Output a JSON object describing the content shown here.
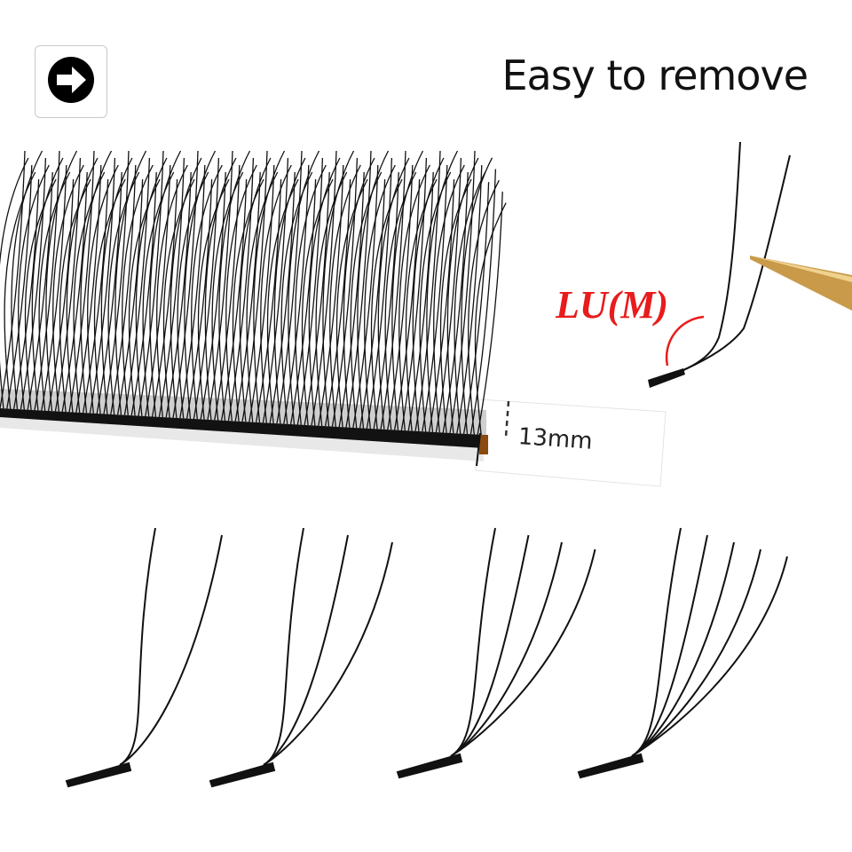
{
  "header": {
    "title": "Easy to remove",
    "nav_icon": "arrow-right-circle-icon"
  },
  "curl": {
    "label": "LU(M)",
    "color": "#e81c1c"
  },
  "strip": {
    "length_label": "13mm"
  },
  "fans": [
    {
      "lashes": 2
    },
    {
      "lashes": 3
    },
    {
      "lashes": 4
    },
    {
      "lashes": 5
    }
  ],
  "colors": {
    "tweezer": "#c89a4a",
    "lash": "#111111"
  }
}
